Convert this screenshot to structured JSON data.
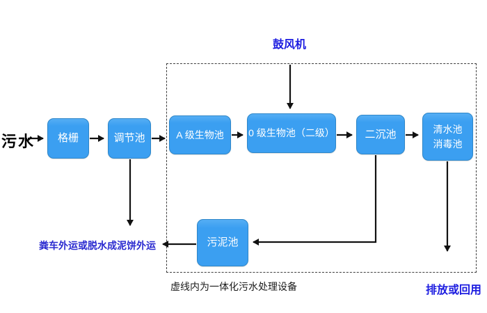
{
  "diagram": {
    "source_label": "污水",
    "blower_label": "鼓风机",
    "nodes": {
      "grid": {
        "label": "格栅"
      },
      "regulating": {
        "label": "调节池"
      },
      "a_bio": {
        "label": "A 级生物池"
      },
      "o_bio": {
        "label": "0 级生物池（二级）"
      },
      "secondary_sed": {
        "label": "二沉池"
      },
      "clear_water": {
        "line1": "清水池",
        "line2": "消毒池"
      },
      "sludge": {
        "label": "污泥池"
      }
    },
    "annotations": {
      "sludge_out": "粪车外运或脱水成泥饼外运",
      "dashed_box_caption": "虚线内为一体化污水处理设备",
      "discharge": "排放或回用"
    },
    "colors": {
      "node_fill": "#3b9ff1",
      "node_border": "#2e86c8",
      "node_text": "#ffffff",
      "blue_label_text": "#1c1ce0",
      "connector_line": "#111111"
    }
  }
}
